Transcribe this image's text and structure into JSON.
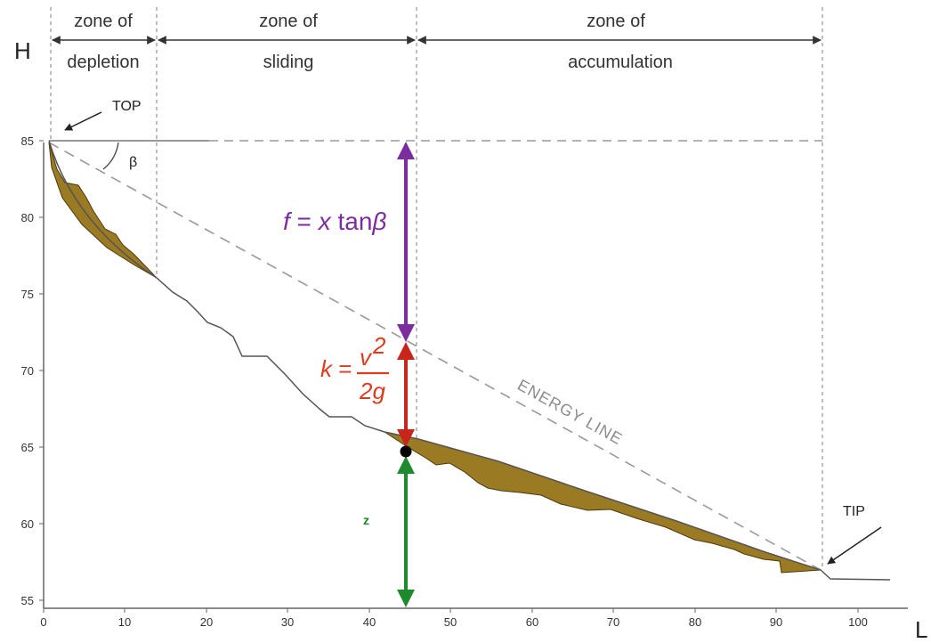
{
  "axes": {
    "y_title": "H",
    "x_title": "L",
    "x_ticks": [
      "0",
      "10",
      "20",
      "30",
      "40",
      "50",
      "60",
      "70",
      "80",
      "90",
      "100"
    ],
    "y_ticks": [
      "55",
      "60",
      "65",
      "70",
      "75",
      "80",
      "85"
    ]
  },
  "zones": [
    {
      "line1": "zone of",
      "line2": "depletion"
    },
    {
      "line1": "zone of",
      "line2": "sliding"
    },
    {
      "line1": "zone of",
      "line2": "accumulation"
    }
  ],
  "labels": {
    "top": "TOP",
    "tip": "TIP",
    "beta": "β",
    "energy_line": "ENERGY LINE",
    "z": "z"
  },
  "equations": {
    "f": {
      "lhs": "f",
      "eq": " = ",
      "x": "x",
      "fn": " tan",
      "beta": "β"
    },
    "k": {
      "lhs": "k",
      "eq": " = ",
      "num": "v",
      "exp": "2",
      "den": "2g"
    }
  },
  "colors": {
    "f_arrow": "#7b2d9e",
    "k_arrow": "#c8261a",
    "z_arrow": "#1e8a2e",
    "deposit": "#9a7a22",
    "terrain": "#555555",
    "guide": "#999999"
  }
}
